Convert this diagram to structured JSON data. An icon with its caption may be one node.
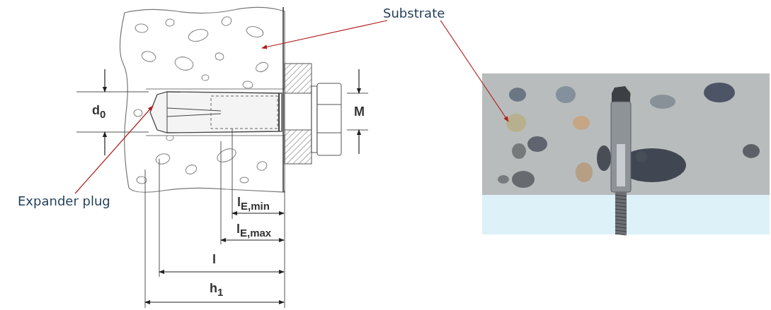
{
  "diagram": {
    "nodes": [
      {
        "text": [
          "Substrate"
        ]
      },
      {
        "text": [],
        "shape": "picture"
      },
      {
        "text": [],
        "shape": "picture"
      },
      {
        "text": [
          "Expander plug"
        ]
      },
      {
        "text": [],
        "shape": "picture",
        "in": 1
      }
    ],
    "edges": [
      {
        "from": 0,
        "to": 1,
        "arrow": "to"
      },
      {
        "from": 0,
        "to": 2,
        "arrow": "to"
      },
      {
        "from": 3,
        "to": 4,
        "arrow": "to"
      }
    ],
    "labels": [
      "d$_{0}$",
      "M",
      "l$_{E,min}$",
      "l$_{E,max}$",
      "l",
      "h$_{1}$"
    ]
  }
}
